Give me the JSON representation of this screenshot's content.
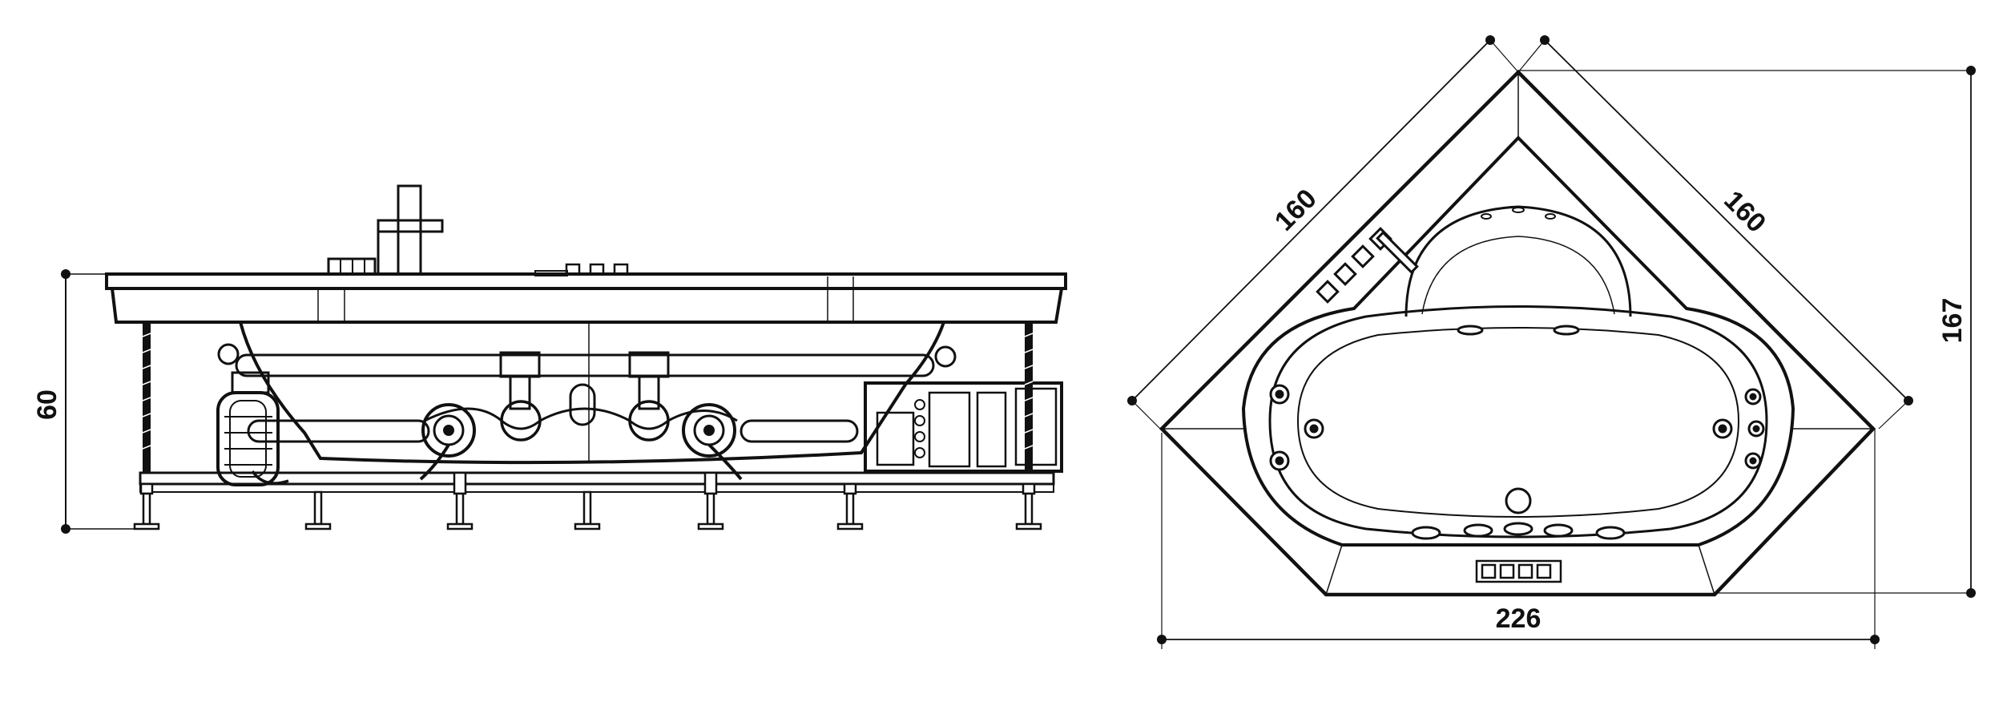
{
  "dimensions": {
    "height": "60",
    "side_left": "160",
    "side_right": "160",
    "depth": "167",
    "width": "226"
  },
  "colors": {
    "line": "#111111",
    "background": "#ffffff"
  }
}
